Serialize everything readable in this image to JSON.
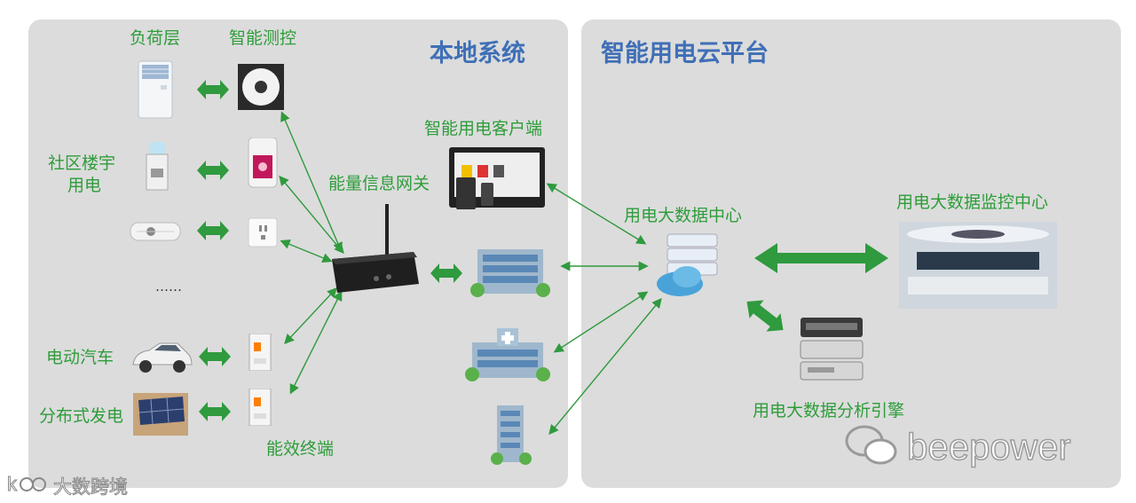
{
  "local": {
    "title": "本地系统",
    "load_layer": "负荷层",
    "smart_monitor": "智能测控",
    "community": [
      "社区楼宇",
      "用电"
    ],
    "ellipsis": "……",
    "ev": "电动汽车",
    "distributed": "分布式发电",
    "terminal": "能效终端",
    "gateway": "能量信息网关",
    "client": "智能用电客户端"
  },
  "cloud": {
    "title": "智能用电云平台",
    "data_center": "用电大数据中心",
    "monitor_center": "用电大数据监控中心",
    "analysis_engine": "用电大数据分析引擎"
  },
  "watermarks": {
    "brand": "beepower",
    "source": "大数跨境"
  },
  "colors": {
    "panel": "#dcdcdc",
    "label_green": "#2e9d3a",
    "title_blue": "#3f6fb6",
    "arrow_green": "#2f9a3e"
  }
}
